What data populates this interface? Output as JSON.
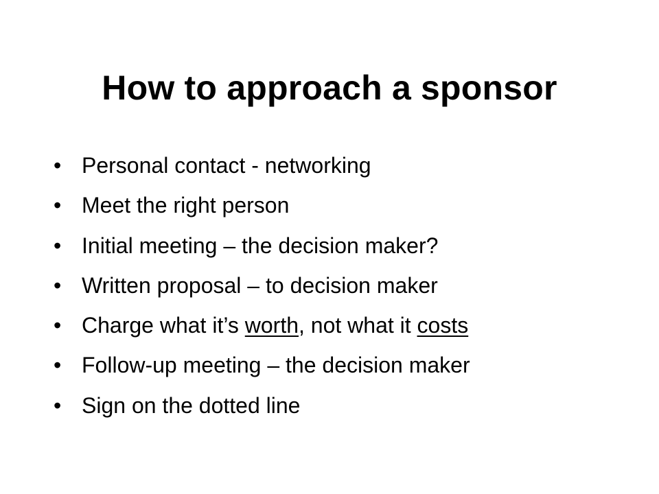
{
  "slide": {
    "title": "How to approach a sponsor",
    "bullet_symbol": "•",
    "bullets": [
      {
        "text": "Personal contact - networking"
      },
      {
        "text": "Meet the right person"
      },
      {
        "text": "Initial meeting – the decision maker?"
      },
      {
        "text": "Written proposal – to decision maker"
      },
      {
        "part1": "Charge what it’s ",
        "underline1": "worth",
        "part2": ", not what it ",
        "underline2": "costs"
      },
      {
        "text": "Follow-up meeting – the decision maker"
      },
      {
        "text": "Sign on the dotted line"
      }
    ]
  }
}
